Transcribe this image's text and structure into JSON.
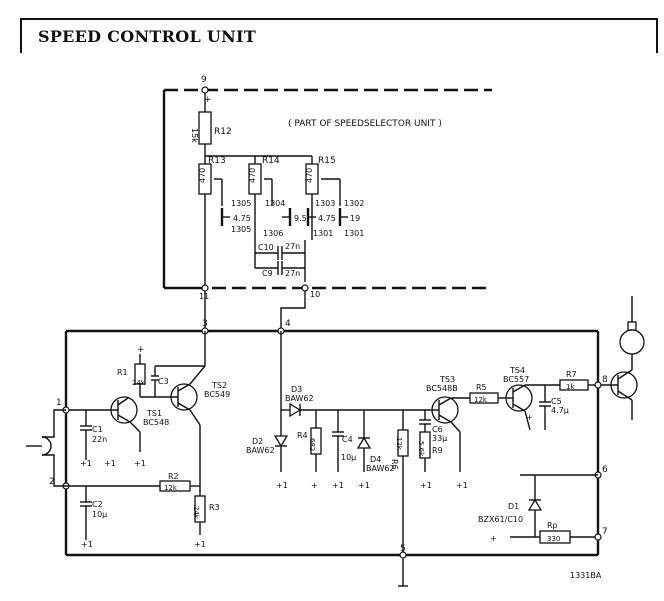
{
  "title": "SPEED CONTROL UNIT",
  "subunit_label": "( PART OF SPEEDSELECTOR UNIT )",
  "figure_code": "1331BA",
  "nodes": [
    "1",
    "2",
    "3",
    "4",
    "5",
    "6",
    "7",
    "8",
    "9",
    "10",
    "11"
  ],
  "resistors": [
    {
      "ref": "R12",
      "value": "15k"
    },
    {
      "ref": "R13",
      "value": "470"
    },
    {
      "ref": "R14",
      "value": "470"
    },
    {
      "ref": "R15",
      "value": "470"
    },
    {
      "ref": "R1",
      "value": "24k"
    },
    {
      "ref": "R2",
      "value": "12k"
    },
    {
      "ref": "R3",
      "value": "24k"
    },
    {
      "ref": "R4",
      "value": "682"
    },
    {
      "ref": "R5",
      "value": "12k"
    },
    {
      "ref": "R6",
      "value": "12k"
    },
    {
      "ref": "R7",
      "value": "1k"
    },
    {
      "ref": "R9",
      "value": "5.6k"
    },
    {
      "ref": "Rp",
      "value": "330"
    }
  ],
  "capacitors": [
    {
      "ref": "C1",
      "value": "22n"
    },
    {
      "ref": "C2",
      "value": "10µ"
    },
    {
      "ref": "C3",
      "value": ""
    },
    {
      "ref": "C4",
      "value": "10µ"
    },
    {
      "ref": "C5",
      "value": "4.7µ"
    },
    {
      "ref": "C6",
      "value": "33µ"
    },
    {
      "ref": "C9",
      "value": "27n"
    },
    {
      "ref": "C10",
      "value": "27n"
    }
  ],
  "transistors": [
    {
      "ref": "TS1",
      "type": "BC548"
    },
    {
      "ref": "TS2",
      "type": "BC549"
    },
    {
      "ref": "TS3",
      "type": "BC548B"
    },
    {
      "ref": "TS4",
      "type": "BC557"
    }
  ],
  "diodes": [
    {
      "ref": "D1",
      "type": "BZX61/C10"
    },
    {
      "ref": "D2",
      "type": "BAW62"
    },
    {
      "ref": "D3",
      "type": "BAW62"
    },
    {
      "ref": "D4",
      "type": "BAW62"
    }
  ],
  "switches": [
    {
      "label": "4.75",
      "contacts": [
        "1305",
        "1305"
      ]
    },
    {
      "label": "9.5",
      "contacts": [
        "1304",
        "1306"
      ]
    },
    {
      "label": "4.75",
      "contacts": [
        "1303",
        "1301"
      ]
    },
    {
      "label": "19",
      "contacts": [
        "1302",
        "1301"
      ]
    }
  ],
  "text_labels": {
    "r12": "R12",
    "r12v": "15k",
    "r13": "R13",
    "r13v": "470",
    "r14": "R14",
    "r14v": "470",
    "r15": "R15",
    "r15v": "470",
    "sw1_top": "1305",
    "sw1_sp": "4.75",
    "sw1_bot": "1305",
    "sw2_top": "1304",
    "sw2_sp": "9.5",
    "sw2_bot": "1306",
    "sw3_top": "1303",
    "sw3_sp": "4.75",
    "sw3_bot": "1301",
    "sw4_top": "1302",
    "sw4_sp": "19",
    "sw4_bot": "1301",
    "c10": "C10",
    "c10v": "27n",
    "c9": "C9",
    "c9v": "27n",
    "r1": "R1",
    "r1v": "24k",
    "c3": "C3",
    "ts1": "TS1",
    "ts1t": "BC548",
    "ts2": "TS2",
    "ts2t": "BC549",
    "c1": "C1",
    "c1v": "22n",
    "r2": "R2",
    "r2v": "12k",
    "c2": "C2",
    "c2v": "10µ",
    "r3": "R3",
    "r3v": "24k",
    "d3": "D3",
    "d3t": "BAW62",
    "d2": "D2",
    "d2t": "BAW62",
    "r4": "R4",
    "r4v": "682",
    "c4": "C4",
    "c4v": "10µ",
    "d4": "D4",
    "d4t": "BAW62",
    "r6": "R6",
    "r6v": "12k",
    "ts3": "TS3",
    "ts3t": "BC548B",
    "c6": "C6",
    "c6v": "33µ",
    "r9": "R9",
    "r9v": "5.6k",
    "r5": "R5",
    "r5v": "12k",
    "ts4": "TS4",
    "ts4t": "BC557",
    "r7": "R7",
    "r7v": "1k",
    "c5": "C5",
    "c5v": "4.7µ",
    "d1": "D1",
    "d1t": "BZX61/C10",
    "rp": "Rp",
    "rpv": "330",
    "n1": "1",
    "n2": "2",
    "n3": "3",
    "n4": "4",
    "n5": "5",
    "n6": "6",
    "n7": "7",
    "n8": "8",
    "n9": "9",
    "n10": "10",
    "n11": "11",
    "plus": "+",
    "plus1": "+1"
  }
}
